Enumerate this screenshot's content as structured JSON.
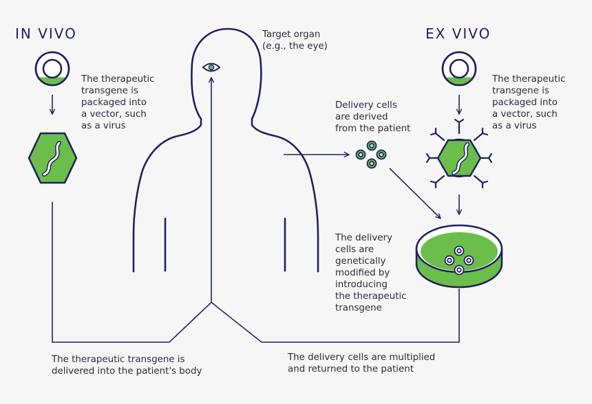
{
  "colors": {
    "navy": "#1e2160",
    "green": "#6cbe4b",
    "text": "#2a2a38",
    "background": "#f6f6f7"
  },
  "headings": {
    "in_vivo": "IN VIVO",
    "ex_vivo": "EX VIVO"
  },
  "labels": {
    "target_organ": [
      "Target organ",
      "(e.g., the eye)"
    ],
    "in_vivo_vector": [
      "The therapeutic",
      "transgene is",
      "packaged into",
      "a vector, such",
      "as a virus"
    ],
    "ex_vivo_vector": [
      "The therapeutic",
      "transgene is",
      "packaged into",
      "a vector, such",
      "as a virus"
    ],
    "delivery_cells": [
      "Delivery cells",
      "are derived",
      "from the patient"
    ],
    "modified": [
      "The delivery",
      "cells are",
      "genetically",
      "modified by",
      "introducing",
      "the therapeutic",
      "transgene"
    ],
    "delivered": [
      "The therapeutic transgene is",
      "delivered into the patient's body"
    ],
    "returned": [
      "The delivery cells are multiplied",
      "and returned to the patient"
    ]
  },
  "icons": [
    "cell-icon",
    "virus-hexagon-icon",
    "eye-icon",
    "delivery-cells-icon",
    "virus-with-spikes-icon",
    "petri-dish-icon"
  ]
}
